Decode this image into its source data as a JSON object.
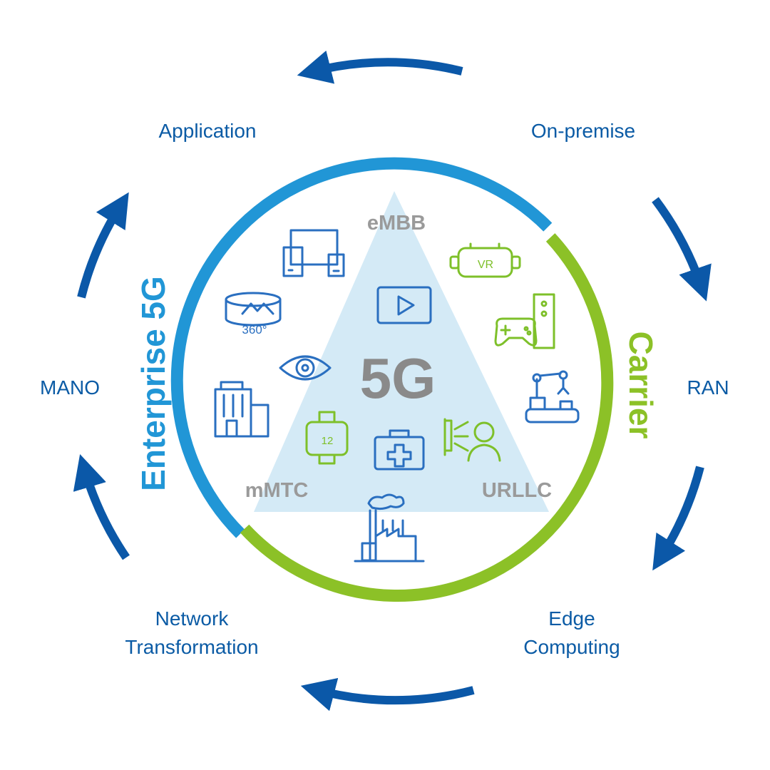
{
  "center_label": "5G",
  "triangle": {
    "top": "eMBB",
    "left": "mMTC",
    "right": "URLLC"
  },
  "ring": {
    "left_label": "Enterprise 5G",
    "right_label": "Carrier",
    "left_color": "#2196d6",
    "right_color": "#8cc127"
  },
  "cycle": {
    "application": "Application",
    "on_premise": "On-premise",
    "ran": "RAN",
    "edge_line1": "Edge",
    "edge_line2": "Computing",
    "network_line1": "Network",
    "network_line2": "Transformation",
    "mano": "MANO"
  },
  "icons": {
    "vr": "VR",
    "view360": "360°",
    "watch": "12"
  },
  "colors": {
    "arrow": "#0b58a8",
    "label": "#0b5ba5",
    "triangle_fill": "#d4eaf6",
    "triangle_text": "#9a9a9a",
    "icon_blue": "#2a6fc0",
    "icon_green": "#7ec02a"
  }
}
